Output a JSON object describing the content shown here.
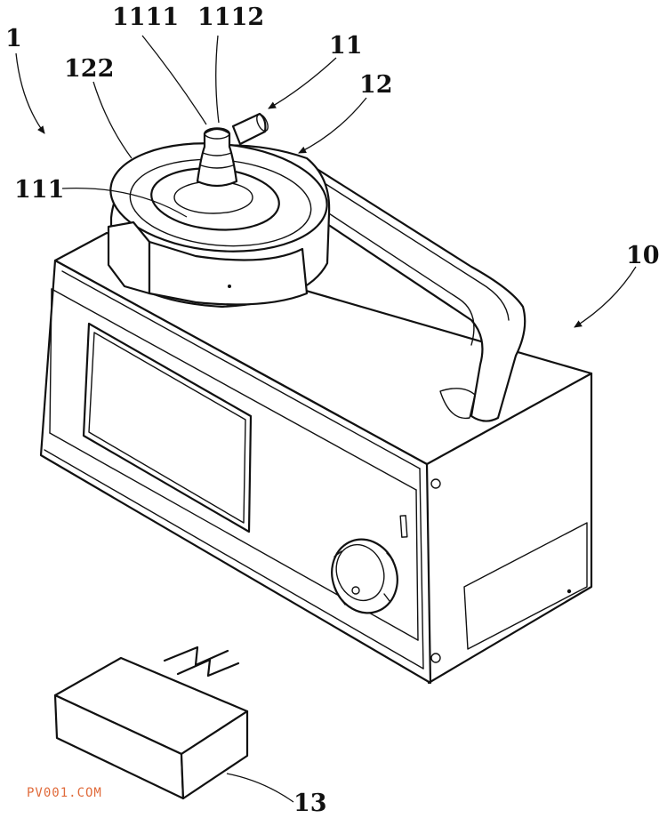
{
  "labels": {
    "ref_1": "1",
    "ref_1111": "1111",
    "ref_1112": "1112",
    "ref_11": "11",
    "ref_122": "122",
    "ref_12": "12",
    "ref_111": "111",
    "ref_10": "10",
    "ref_13": "13"
  },
  "watermark": "PV001.COM",
  "colors": {
    "line": "#111111",
    "background": "#ffffff",
    "watermark": "#e06a3a"
  }
}
